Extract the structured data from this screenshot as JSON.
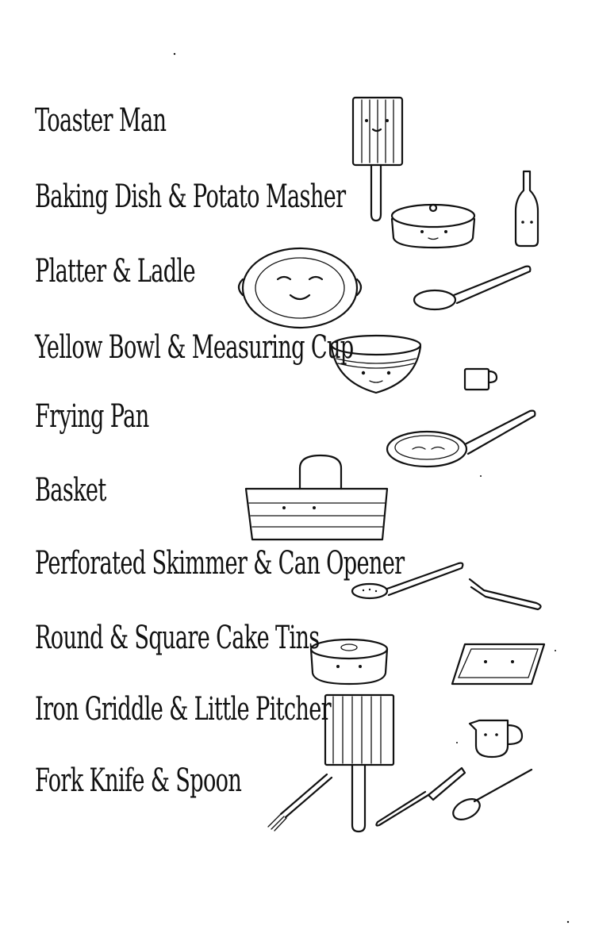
{
  "lines": [
    "Toaster Man",
    "Baking Dish & Potato Masher",
    "Platter & Ladle",
    "Yellow Bowl & Measuring Cup",
    "Frying Pan",
    "Basket",
    "Perforated Skimmer & Can Opener",
    "Round & Square Cake Tins",
    "Iron Griddle & Little Pitcher",
    "Fork Knife & Spoon"
  ],
  "icons": [
    "toaster-icon",
    "baking-dish-icon",
    "potato-masher-icon",
    "platter-icon",
    "ladle-icon",
    "bowl-icon",
    "measuring-cup-icon",
    "frying-pan-icon",
    "basket-icon",
    "skimmer-icon",
    "can-opener-icon",
    "round-cake-tin-icon",
    "square-cake-tin-icon",
    "griddle-icon",
    "pitcher-icon",
    "fork-icon",
    "knife-icon",
    "spoon-icon"
  ]
}
